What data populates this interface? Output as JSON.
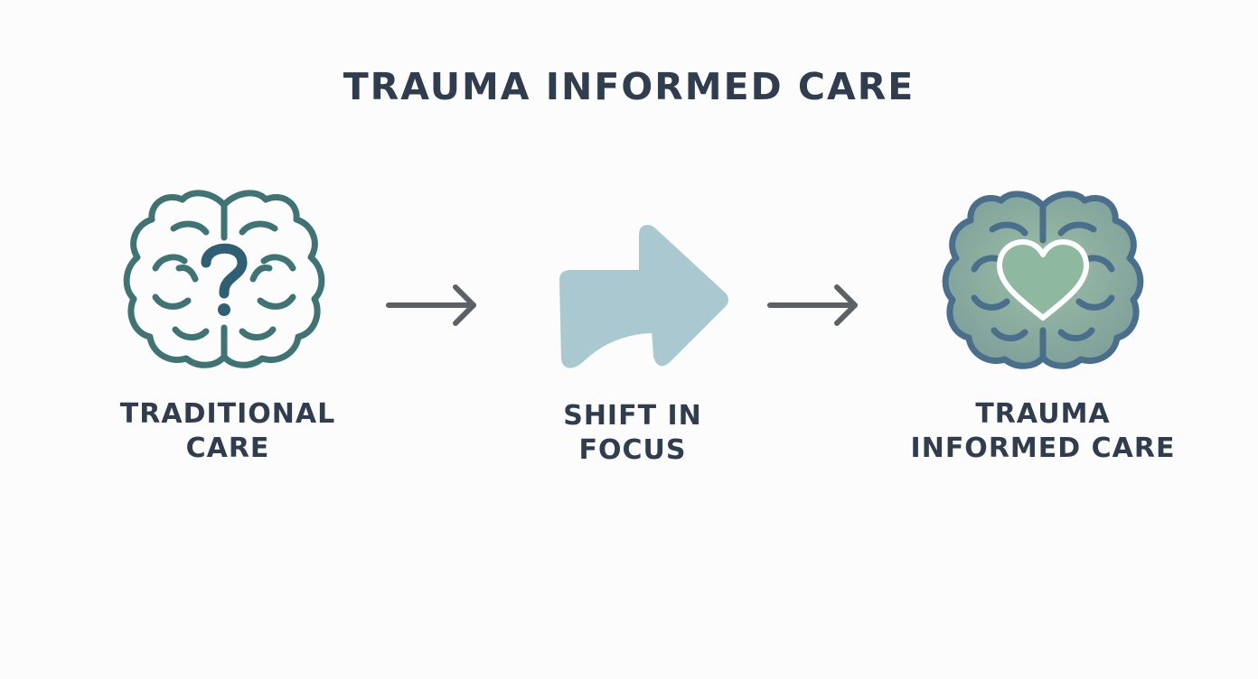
{
  "diagram": {
    "title": "TRAUMA INFORMED CARE",
    "steps": [
      {
        "id": "traditional",
        "label_line1": "TRADITIONAL",
        "label_line2": "CARE",
        "icon": "brain-question-icon"
      },
      {
        "id": "shift",
        "label_line1": "SHIFT IN",
        "label_line2": "FOCUS",
        "icon": "curved-arrow-icon"
      },
      {
        "id": "trauma-informed",
        "label_line1": "TRAUMA",
        "label_line2": "INFORMED CARE",
        "icon": "brain-heart-icon"
      }
    ],
    "connectors": [
      "right-arrow-icon",
      "right-arrow-icon"
    ]
  },
  "colors": {
    "text": "#2f3d4f",
    "brain_outline_teal": "#3f7374",
    "brain_outline_blue": "#4a6f8c",
    "brain_fill": "#8fb0a0",
    "shift_arrow": "#a9c8d0",
    "connector": "#5c6166",
    "heart_fill": "#8fb8a0"
  }
}
